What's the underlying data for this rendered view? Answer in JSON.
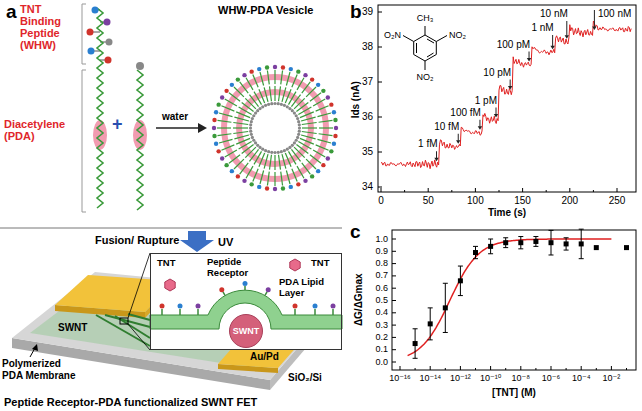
{
  "diagram": {
    "nodes": [
      {
        "text": [
          "TNT",
          "Peptide Receptor",
          "TNT",
          "PDA Lipid Layer"
        ]
      },
      {
        "text": [
          "SWNT"
        ],
        "in": 0
      }
    ],
    "labels": [
      "a",
      "TNT Binding Peptide (WHW)",
      "Diacetylene (PDA)",
      "+",
      "water",
      "WHW-PDA Vesicle",
      "Fusion/ Rupture",
      "UV",
      "SWNT",
      "Polymerized PDA Membrane",
      "Au/Pd",
      "SiO₂/Si",
      "Peptide Receptor-PDA functionalized SWNT FET",
      "b",
      "Ids (nA)",
      "CH₃",
      "O₂N",
      "NO₂",
      "NO₂",
      "1 fM",
      "10 fM",
      "100 fM",
      "1 pM",
      "10 pM",
      "100 pM",
      "1 nM",
      "10 nM",
      "100 nM",
      "39",
      "38",
      "37",
      "36",
      "35",
      "34",
      "0",
      "50",
      "100",
      "150",
      "200",
      "250",
      "Time (s)",
      "c",
      "ΔG/ΔGmax",
      "1.0",
      "0.9",
      "0.8",
      "0.7",
      "0.6",
      "0.5",
      "0.4",
      "0.3",
      "0.2",
      "0.1",
      "0.0",
      "10⁻¹⁶",
      "10⁻¹⁴",
      "10⁻¹²",
      "10⁻¹⁰",
      "10⁻⁸",
      "10⁻⁶",
      "10⁻⁴",
      "10⁻²",
      "[TNT] (M)"
    ]
  }
}
